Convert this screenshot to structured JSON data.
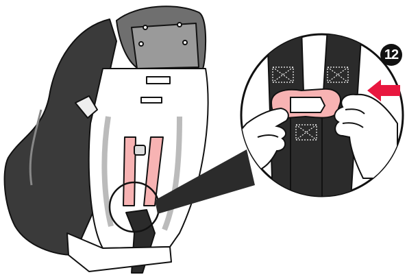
{
  "instruction_figure": {
    "step_number": "12",
    "colors": {
      "highlight_strap": "#f7b3b3",
      "arrow": "#e8173f",
      "shell_dark": "#3a3a3a",
      "shell_mid": "#6f6f6f",
      "outline": "#111111",
      "webbing": "#2b2b2b"
    },
    "icons": [
      "car-seat-illustration",
      "magnifier-circle",
      "chest-clip",
      "push-arrow",
      "left-hand",
      "right-hand"
    ]
  }
}
